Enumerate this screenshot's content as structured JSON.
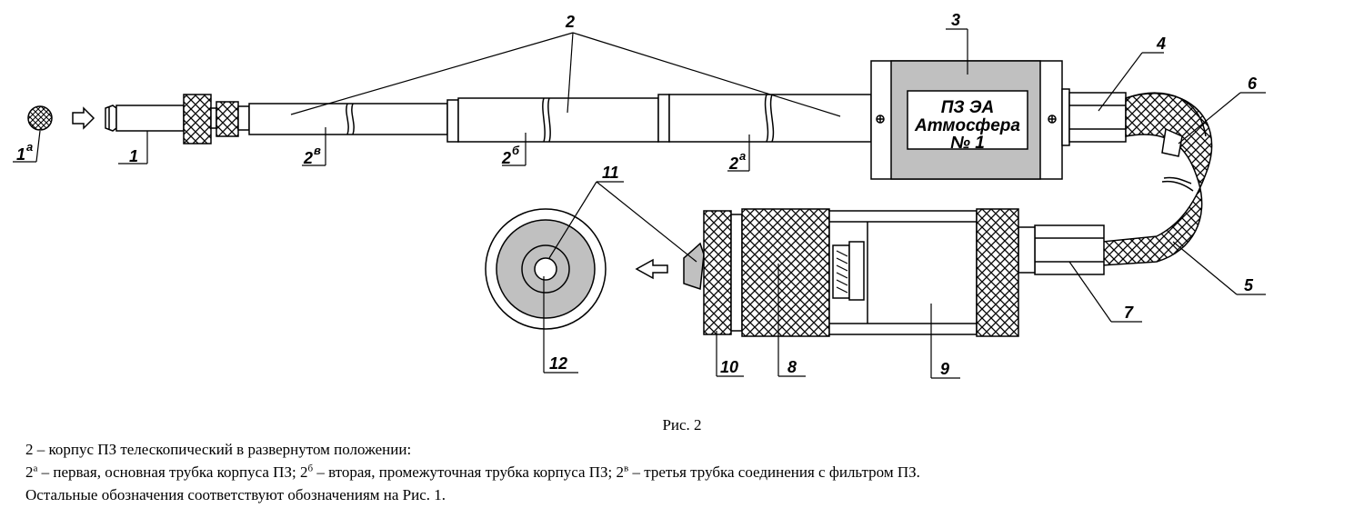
{
  "device_box": {
    "line1": "ПЗ ЭА",
    "line2": "Атмосфера",
    "line3": "№ 1"
  },
  "labels": {
    "l1a": "1",
    "l1a_sup": "а",
    "l1": "1",
    "l2": "2",
    "l2v": "2",
    "l2v_sup": "в",
    "l2b": "2",
    "l2b_sup": "б",
    "l2a": "2",
    "l2a_sup": "а",
    "l3": "3",
    "l4": "4",
    "l5": "5",
    "l6": "6",
    "l7": "7",
    "l8": "8",
    "l9": "9",
    "l10": "10",
    "l11": "11",
    "l12": "12"
  },
  "caption": {
    "title": "Рис. 2",
    "line1": "2 – корпус ПЗ телескопический в развернутом положении:",
    "line2_a": "2",
    "line2_a_sup": "а",
    "line2_b": " – первая, основная трубка корпуса ПЗ; 2",
    "line2_b_sup": "б",
    "line2_c": " – вторая, промежуточная трубка корпуса ПЗ; 2",
    "line2_c_sup": "в",
    "line2_d": " – третья трубка соединения с фильтром ПЗ.",
    "line3": "Остальные обозначения соответствуют обозначениям на Рис. 1."
  },
  "colors": {
    "fill_gray": "#c0c0c0",
    "line": "#000000"
  }
}
